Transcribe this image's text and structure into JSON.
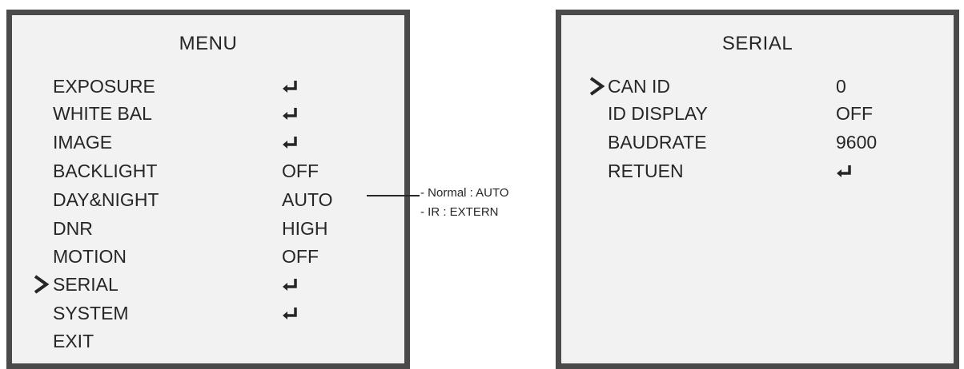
{
  "menu": {
    "title": "MENU",
    "items": [
      {
        "label": "EXPOSURE",
        "value": null,
        "icon": "enter-icon"
      },
      {
        "label": "WHITE BAL",
        "value": null,
        "icon": "enter-icon"
      },
      {
        "label": "IMAGE",
        "value": null,
        "icon": "enter-icon"
      },
      {
        "label": "BACKLIGHT",
        "value": "OFF"
      },
      {
        "label": "DAY&NIGHT",
        "value": "AUTO"
      },
      {
        "label": "DNR",
        "value": "HIGH"
      },
      {
        "label": "MOTION",
        "value": "OFF"
      },
      {
        "label": "SERIAL",
        "value": null,
        "icon": "enter-icon",
        "selected": true
      },
      {
        "label": "SYSTEM",
        "value": null,
        "icon": "enter-icon"
      },
      {
        "label": "EXIT",
        "value": null
      }
    ]
  },
  "annotation": {
    "line1": "- Normal : AUTO",
    "line2": "- IR : EXTERN"
  },
  "serial": {
    "title": "SERIAL",
    "items": [
      {
        "label": "CAN ID",
        "value": "0",
        "selected": true
      },
      {
        "label": "ID DISPLAY",
        "value": "OFF"
      },
      {
        "label": "BAUDRATE",
        "value": "9600"
      },
      {
        "label": "RETUEN",
        "value": null,
        "icon": "enter-icon"
      }
    ]
  },
  "colors": {
    "border": "#4a4a4a",
    "panel_background": "#f2f2f2",
    "text": "#262626"
  }
}
